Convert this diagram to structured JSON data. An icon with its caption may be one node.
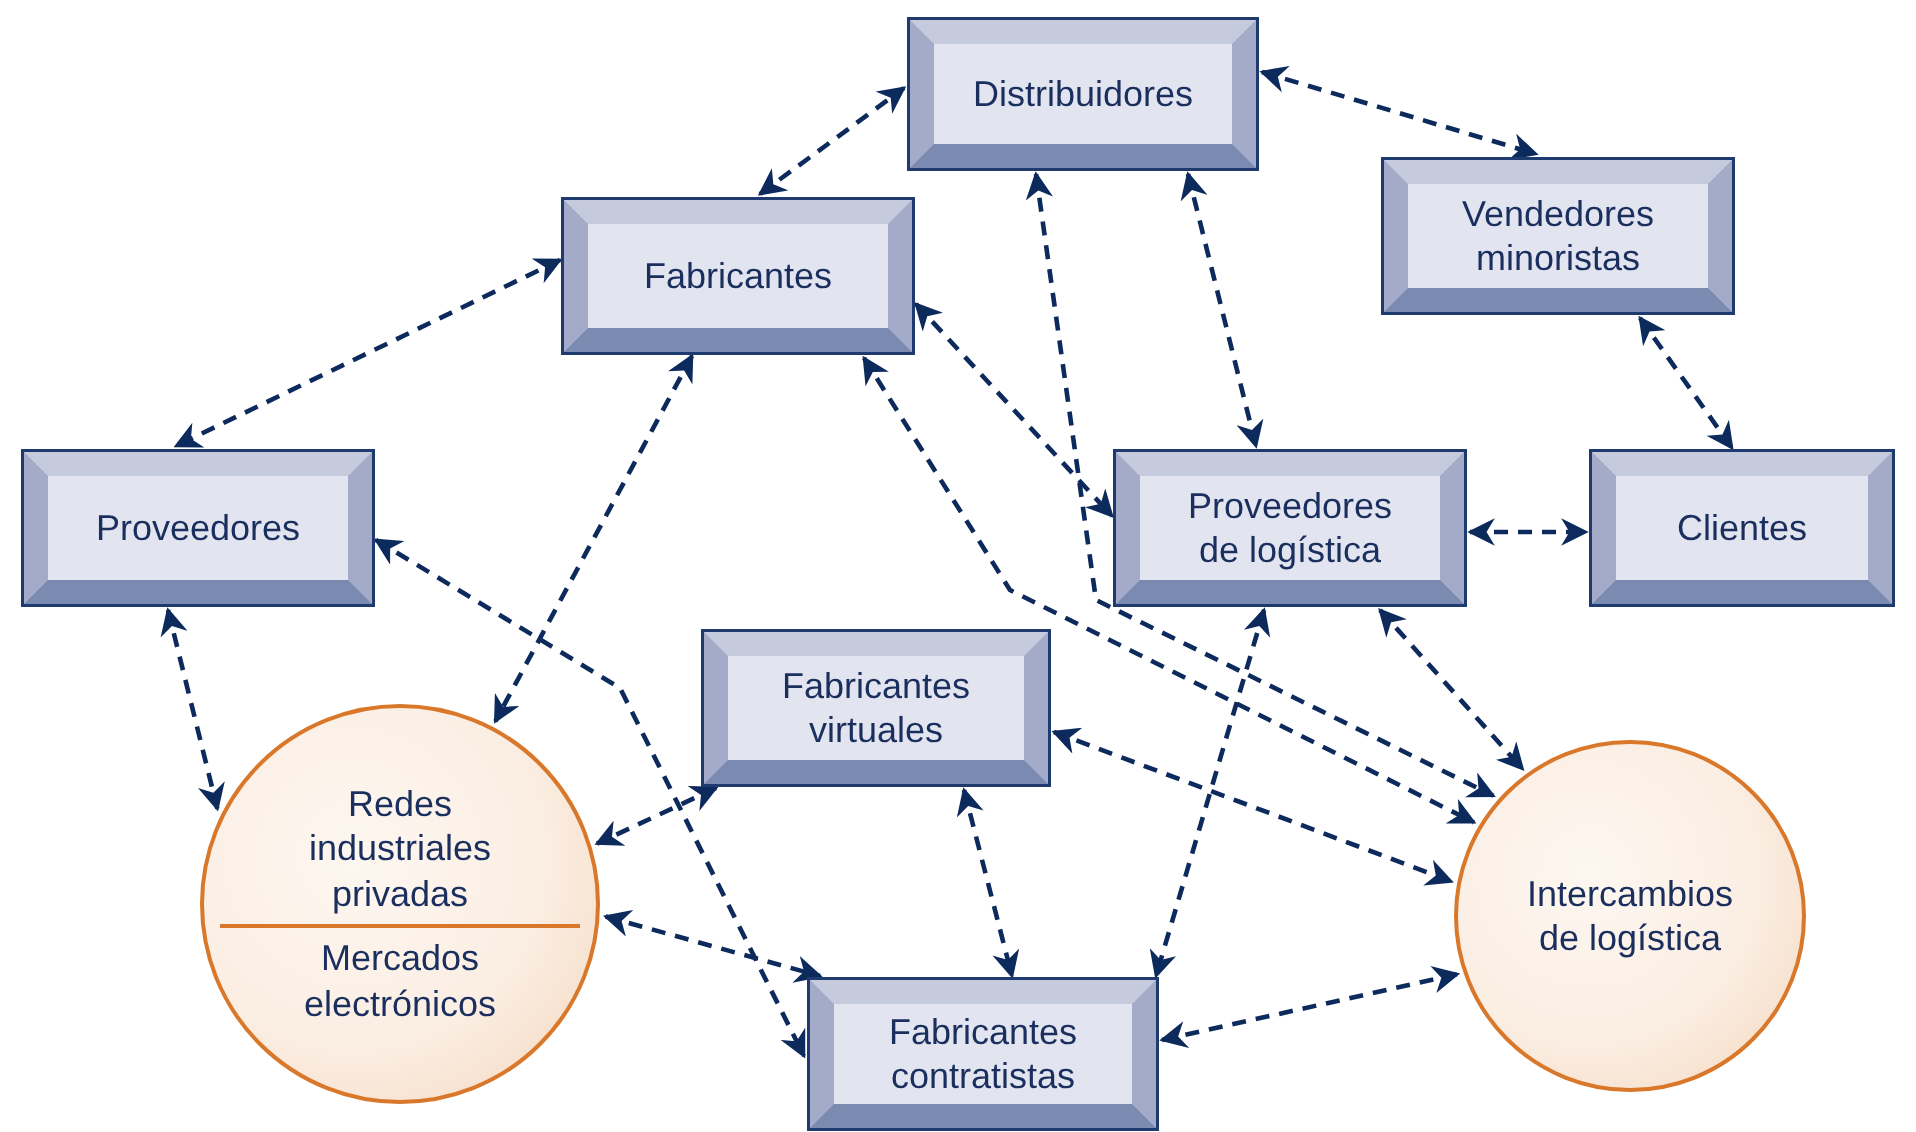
{
  "diagram": {
    "nodes": [
      {
        "text": [
          "Distribuidores"
        ]
      },
      {
        "text": [
          "Vendedores minoristas"
        ]
      },
      {
        "text": [
          "Fabricantes"
        ]
      },
      {
        "text": [
          "Proveedores"
        ]
      },
      {
        "text": [
          "Proveedores de logística"
        ]
      },
      {
        "text": [
          "Clientes"
        ]
      },
      {
        "text": [
          "Fabricantes virtuales"
        ]
      },
      {
        "text": [
          "Redes industriales privadas",
          "Mercados electrónicos"
        ]
      },
      {
        "text": [
          "Intercambios de logística"
        ]
      },
      {
        "text": [
          "Fabricantes contratistas"
        ]
      }
    ],
    "edges": [
      {
        "from": 2,
        "to": 0,
        "arrow": "both",
        "style": "dashed"
      },
      {
        "from": 0,
        "to": 1,
        "arrow": "both",
        "style": "dashed"
      },
      {
        "from": 2,
        "to": 3,
        "arrow": "both",
        "style": "dashed"
      },
      {
        "from": 1,
        "to": 5,
        "arrow": "both",
        "style": "dashed"
      },
      {
        "from": 4,
        "to": 5,
        "arrow": "both",
        "style": "dashed"
      },
      {
        "from": 0,
        "to": 4,
        "arrow": "both",
        "style": "dashed"
      },
      {
        "from": 2,
        "to": 7,
        "arrow": "both",
        "style": "dashed"
      },
      {
        "from": 3,
        "to": 7,
        "arrow": "both",
        "style": "dashed"
      },
      {
        "from": 3,
        "to": 9,
        "arrow": "both",
        "style": "dashed"
      },
      {
        "from": 2,
        "to": 4,
        "arrow": "both",
        "style": "dashed"
      },
      {
        "from": 0,
        "to": 8,
        "arrow": "both",
        "style": "dashed"
      },
      {
        "from": 2,
        "to": 8,
        "arrow": "both",
        "style": "dashed"
      },
      {
        "from": 4,
        "to": 8,
        "arrow": "both",
        "style": "dashed"
      },
      {
        "from": 6,
        "to": 8,
        "arrow": "both",
        "style": "dashed"
      },
      {
        "from": 4,
        "to": 9,
        "arrow": "both",
        "style": "dashed"
      },
      {
        "from": 6,
        "to": 9,
        "arrow": "both",
        "style": "dashed"
      },
      {
        "from": 6,
        "to": 7,
        "arrow": "both",
        "style": "dashed"
      },
      {
        "from": 7,
        "to": 9,
        "arrow": "both",
        "style": "dashed"
      },
      {
        "from": 9,
        "to": 8,
        "arrow": "both",
        "style": "dashed"
      }
    ]
  }
}
